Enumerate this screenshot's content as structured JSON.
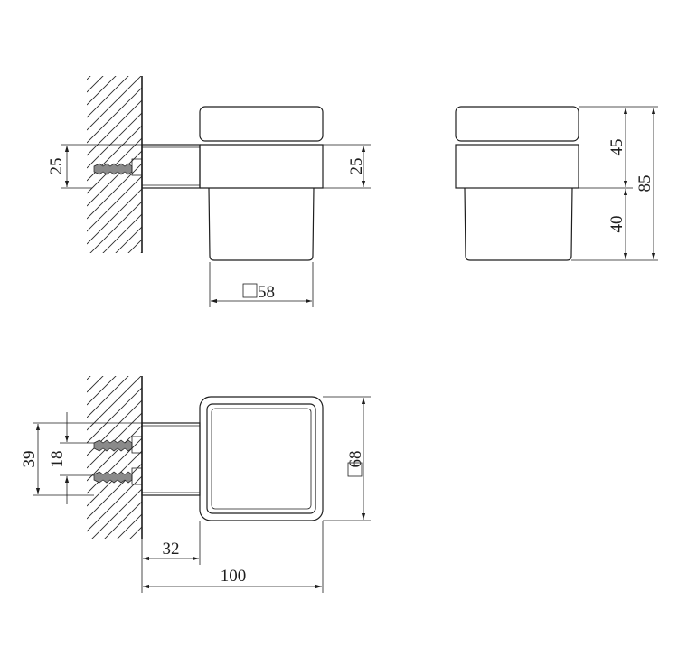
{
  "dimensions": {
    "side_view_wall_spacing": "25",
    "side_view_holder_height": "25",
    "side_view_cup_width": "58",
    "front_view_top_height": "45",
    "front_view_bottom_height": "40",
    "front_view_total_height": "85",
    "top_view_outer_spacing": "39",
    "top_view_anchor_spacing": "18",
    "top_view_cup_size": "68",
    "top_view_wall_offset": "32",
    "top_view_total_depth": "100"
  },
  "colors": {
    "line": "#1e1e1e",
    "anchor": "#8a8a8a",
    "background": "#ffffff"
  },
  "icons": {
    "square_symbol": "square-dimension-icon"
  }
}
